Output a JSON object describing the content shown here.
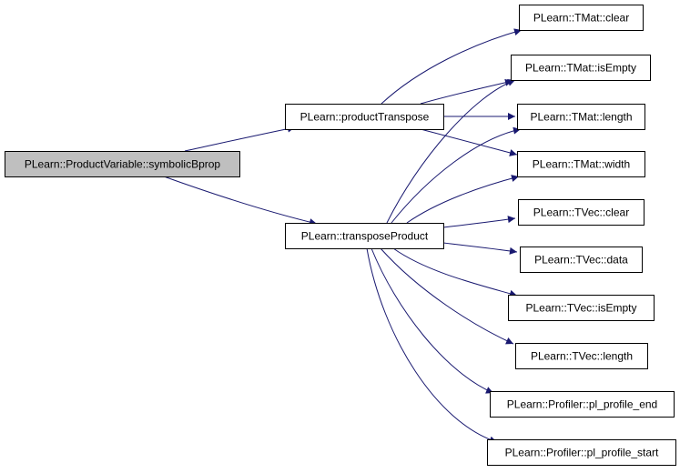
{
  "colors": {
    "edge": "#191970",
    "node_fill": "#ffffff",
    "root_fill": "#bfbfbf",
    "border": "#000000"
  },
  "nodes": [
    {
      "id": "symbolicBprop",
      "label": "PLearn::ProductVariable::symbolicBprop",
      "root": true
    },
    {
      "id": "productTranspose",
      "label": "PLearn::productTranspose"
    },
    {
      "id": "transposeProduct",
      "label": "PLearn::transposeProduct"
    },
    {
      "id": "tmat_clear",
      "label": "PLearn::TMat::clear"
    },
    {
      "id": "tmat_isEmpty",
      "label": "PLearn::TMat::isEmpty"
    },
    {
      "id": "tmat_length",
      "label": "PLearn::TMat::length"
    },
    {
      "id": "tmat_width",
      "label": "PLearn::TMat::width"
    },
    {
      "id": "tvec_clear",
      "label": "PLearn::TVec::clear"
    },
    {
      "id": "tvec_data",
      "label": "PLearn::TVec::data"
    },
    {
      "id": "tvec_isEmpty",
      "label": "PLearn::TVec::isEmpty"
    },
    {
      "id": "tvec_length",
      "label": "PLearn::TVec::length"
    },
    {
      "id": "profile_end",
      "label": "PLearn::Profiler::pl_profile_end"
    },
    {
      "id": "profile_start",
      "label": "PLearn::Profiler::pl_profile_start"
    }
  ],
  "edges": [
    {
      "from": "symbolicBprop",
      "to": "productTranspose"
    },
    {
      "from": "symbolicBprop",
      "to": "transposeProduct"
    },
    {
      "from": "productTranspose",
      "to": "tmat_clear"
    },
    {
      "from": "productTranspose",
      "to": "tmat_isEmpty"
    },
    {
      "from": "productTranspose",
      "to": "tmat_length"
    },
    {
      "from": "productTranspose",
      "to": "tmat_width"
    },
    {
      "from": "transposeProduct",
      "to": "tmat_isEmpty"
    },
    {
      "from": "transposeProduct",
      "to": "tmat_length"
    },
    {
      "from": "transposeProduct",
      "to": "tmat_width"
    },
    {
      "from": "transposeProduct",
      "to": "tvec_clear"
    },
    {
      "from": "transposeProduct",
      "to": "tvec_data"
    },
    {
      "from": "transposeProduct",
      "to": "tvec_isEmpty"
    },
    {
      "from": "transposeProduct",
      "to": "tvec_length"
    },
    {
      "from": "transposeProduct",
      "to": "profile_end"
    },
    {
      "from": "transposeProduct",
      "to": "profile_start"
    }
  ]
}
